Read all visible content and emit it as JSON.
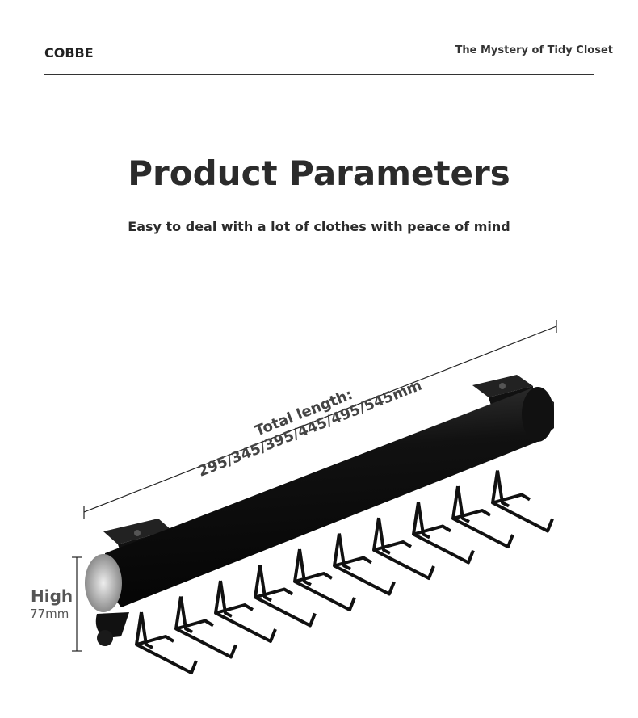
{
  "header": {
    "brand": "COBBE",
    "tagline": "The Mystery of Tidy Closet"
  },
  "main": {
    "title": "Product Parameters",
    "subtitle": "Easy to deal with a lot of clothes with peace of mind",
    "total_length_label": "Total length: 295/345/395/445/495/545mm",
    "height_label": "High",
    "height_value": "77mm"
  }
}
